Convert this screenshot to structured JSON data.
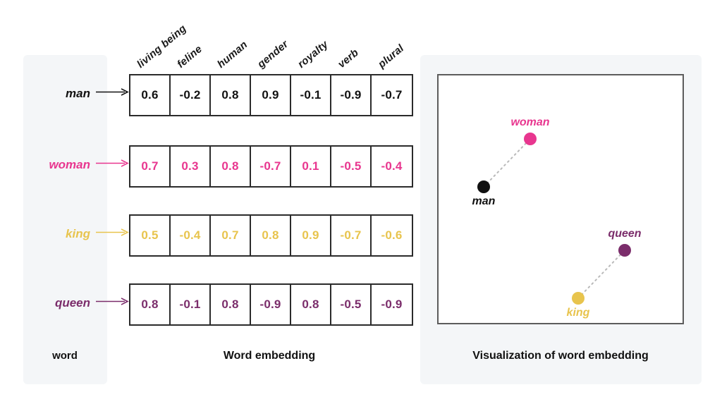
{
  "colors": {
    "man": "#111111",
    "woman": "#e8368f",
    "king": "#e8c44d",
    "queen": "#7b2d6b",
    "panel_bg": "#f4f6f8",
    "cell_border": "#2b2b2b",
    "viz_border": "#5c5c5c",
    "connector": "#b9b9b9"
  },
  "table": {
    "columns": [
      "living being",
      "feline",
      "human",
      "gender",
      "royalty",
      "verb",
      "plural"
    ],
    "rows": [
      {
        "word": "man",
        "color_key": "man",
        "values": [
          "0.6",
          "-0.2",
          "0.8",
          "0.9",
          "-0.1",
          "-0.9",
          "-0.7"
        ]
      },
      {
        "word": "woman",
        "color_key": "woman",
        "values": [
          "0.7",
          "0.3",
          "0.8",
          "-0.7",
          "0.1",
          "-0.5",
          "-0.4"
        ]
      },
      {
        "word": "king",
        "color_key": "king",
        "values": [
          "0.5",
          "-0.4",
          "0.7",
          "0.8",
          "0.9",
          "-0.7",
          "-0.6"
        ]
      },
      {
        "word": "queen",
        "color_key": "queen",
        "values": [
          "0.8",
          "-0.1",
          "0.8",
          "-0.9",
          "0.8",
          "-0.5",
          "-0.9"
        ]
      }
    ]
  },
  "chart_data": {
    "type": "scatter",
    "title": "Visualization of word embedding",
    "xlabel": "",
    "ylabel": "",
    "xlim": [
      0,
      350
    ],
    "ylim": [
      0,
      355
    ],
    "grid": false,
    "legend": "none",
    "points": [
      {
        "label": "man",
        "x": 66,
        "y": 160,
        "color_key": "man",
        "label_position": "below"
      },
      {
        "label": "woman",
        "x": 132,
        "y": 92,
        "color_key": "woman",
        "label_position": "above"
      },
      {
        "label": "king",
        "x": 200,
        "y": 318,
        "color_key": "king",
        "label_position": "below"
      },
      {
        "label": "queen",
        "x": 266,
        "y": 250,
        "color_key": "queen",
        "label_position": "above"
      }
    ],
    "connectors": [
      {
        "from": "man",
        "to": "woman",
        "style": "dotted"
      },
      {
        "from": "king",
        "to": "queen",
        "style": "dotted"
      }
    ]
  },
  "captions": {
    "word": "word",
    "embedding": "Word embedding",
    "visualization": "Visualization of word embedding"
  }
}
